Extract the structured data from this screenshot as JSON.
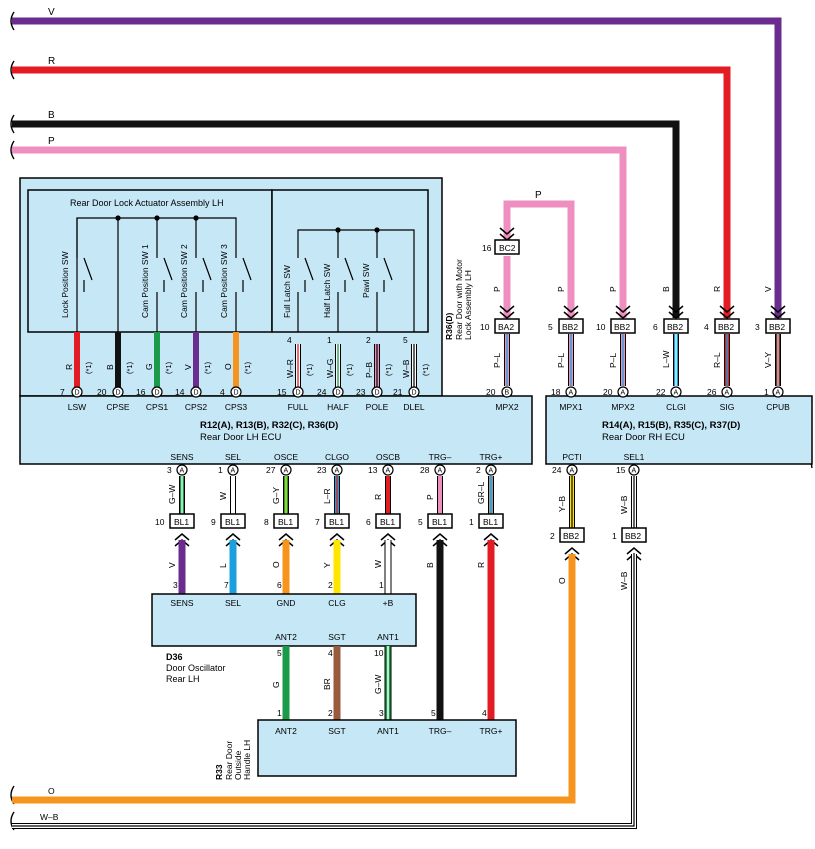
{
  "top_wires": {
    "violet_color": "V",
    "red_color": "R",
    "black_color": "B",
    "pink_color": "P",
    "orange_color": "O",
    "white_black_color": "W–B"
  },
  "colors": {
    "violet": "#6a2c8e",
    "red": "#e31b23",
    "black": "#111111",
    "pink": "#ef8fbf",
    "orange": "#f7941d",
    "green": "#1a9b4a",
    "yellow": "#ffe600",
    "blue": "#1aa0dc",
    "brown": "#9a5a3c",
    "ecu_fill": "#c6e7f6"
  },
  "lh_ecu": {
    "actuator_title": "Rear Door Lock Actuator Assembly LH",
    "switches": [
      "Lock Position SW",
      "Cam Position SW 1",
      "Cam Position SW 2",
      "Cam Position SW 3",
      "Full Latch SW",
      "Half Latch SW",
      "Pawl SW"
    ],
    "ecu_codes": "R12(A), R13(B), R32(C), R36(D)",
    "ecu_name": "Rear Door LH ECU",
    "side_code": "R36(D)",
    "side_name_1": "Rear Door with Motor",
    "side_name_2": "Lock Assembly LH",
    "pins": [
      {
        "label": "LSW",
        "num": "7",
        "conn": "D",
        "wire": "R"
      },
      {
        "label": "CPSE",
        "num": "20",
        "conn": "D",
        "wire": "B"
      },
      {
        "label": "CPS1",
        "num": "16",
        "conn": "D",
        "wire": "G"
      },
      {
        "label": "CPS2",
        "num": "14",
        "conn": "D",
        "wire": "V"
      },
      {
        "label": "CPS3",
        "num": "4",
        "conn": "D",
        "wire": "O"
      },
      {
        "label": "FULL",
        "num": "15",
        "conn": "D",
        "wire": "W–R",
        "upper": "4"
      },
      {
        "label": "HALF",
        "num": "24",
        "conn": "D",
        "wire": "W–G",
        "upper": "1"
      },
      {
        "label": "POLE",
        "num": "23",
        "conn": "D",
        "wire": "P–B",
        "upper": "2"
      },
      {
        "label": "DLEL",
        "num": "21",
        "conn": "D",
        "wire": "W–B",
        "upper": "5"
      }
    ],
    "mpx2": {
      "label": "MPX2",
      "num": "20",
      "conn": "B",
      "wire": "P–L"
    },
    "star": "(*1)",
    "bottom_pins": [
      {
        "label": "SENS",
        "num": "3",
        "conn": "A",
        "wire": "G–W"
      },
      {
        "label": "SEL",
        "num": "1",
        "conn": "A",
        "wire": "W"
      },
      {
        "label": "OSCE",
        "num": "27",
        "conn": "A",
        "wire": "G–Y"
      },
      {
        "label": "CLGO",
        "num": "23",
        "conn": "A",
        "wire": "L–R"
      },
      {
        "label": "OSCB",
        "num": "13",
        "conn": "A",
        "wire": "R"
      },
      {
        "label": "TRG–",
        "num": "28",
        "conn": "A",
        "wire": "P"
      },
      {
        "label": "TRG+",
        "num": "2",
        "conn": "A",
        "wire": "GR–L"
      }
    ]
  },
  "rh_ecu": {
    "ecu_codes": "R14(A), R15(B), R35(C), R37(D)",
    "ecu_name": "Rear Door RH ECU",
    "pins": [
      {
        "label": "MPX1",
        "num": "18",
        "conn": "A",
        "wire": "P–L"
      },
      {
        "label": "MPX2",
        "num": "20",
        "conn": "A",
        "wire": "P–L"
      },
      {
        "label": "CLGI",
        "num": "22",
        "conn": "A",
        "wire": "L–W"
      },
      {
        "label": "SIG",
        "num": "26",
        "conn": "A",
        "wire": "R–L"
      },
      {
        "label": "CPUB",
        "num": "1",
        "conn": "A",
        "wire": "V–Y"
      }
    ],
    "bottom_pins": [
      {
        "label": "PCTI",
        "num": "24",
        "conn": "A",
        "wire": "Y–B"
      },
      {
        "label": "SEL1",
        "num": "15",
        "conn": "A",
        "wire": "W–B"
      }
    ]
  },
  "junctions": {
    "bc2": {
      "name": "BC2",
      "num": "16",
      "wire": "P"
    },
    "ba2": {
      "name": "BA2",
      "num": "10"
    },
    "bb2_top": [
      {
        "name": "BB2",
        "num": "5",
        "wire": "P"
      },
      {
        "name": "BB2",
        "num": "10",
        "wire": "P"
      },
      {
        "name": "BB2",
        "num": "6",
        "wire": "B"
      },
      {
        "name": "BB2",
        "num": "4",
        "wire": "R"
      },
      {
        "name": "BB2",
        "num": "3",
        "wire": "V"
      }
    ],
    "mid_wire": "P",
    "bl1": [
      {
        "name": "BL1",
        "num": "10",
        "wire": "V"
      },
      {
        "name": "BL1",
        "num": "9",
        "wire": "L"
      },
      {
        "name": "BL1",
        "num": "8",
        "wire": "O"
      },
      {
        "name": "BL1",
        "num": "7",
        "wire": "Y"
      },
      {
        "name": "BL1",
        "num": "6",
        "wire": "W"
      },
      {
        "name": "BL1",
        "num": "5",
        "wire": "B"
      },
      {
        "name": "BL1",
        "num": "1",
        "wire": "R"
      }
    ],
    "bb2_bottom": [
      {
        "name": "BB2",
        "num": "2",
        "wire": "O"
      },
      {
        "name": "BB2",
        "num": "1",
        "wire": "W–B"
      }
    ]
  },
  "oscillator": {
    "code": "D36",
    "name_1": "Door Oscillator",
    "name_2": "Rear LH",
    "top_pins": [
      {
        "label": "SENS",
        "num": "3"
      },
      {
        "label": "SEL",
        "num": "7"
      },
      {
        "label": "GND",
        "num": "6"
      },
      {
        "label": "CLG",
        "num": "2"
      },
      {
        "label": "+B",
        "num": "1"
      }
    ],
    "bottom_pins": [
      {
        "label": "ANT2",
        "num": "5",
        "wire": "G"
      },
      {
        "label": "SGT",
        "num": "4",
        "wire": "BR"
      },
      {
        "label": "ANT1",
        "num": "10",
        "wire": "G–W"
      }
    ]
  },
  "handle": {
    "code": "R33",
    "name_1": "Rear Door",
    "name_2": "Outside",
    "name_3": "Handle LH",
    "pins": [
      {
        "label": "ANT2",
        "num": "1"
      },
      {
        "label": "SGT",
        "num": "2"
      },
      {
        "label": "ANT1",
        "num": "3"
      },
      {
        "label": "TRG–",
        "num": "5"
      },
      {
        "label": "TRG+",
        "num": "4"
      }
    ]
  }
}
